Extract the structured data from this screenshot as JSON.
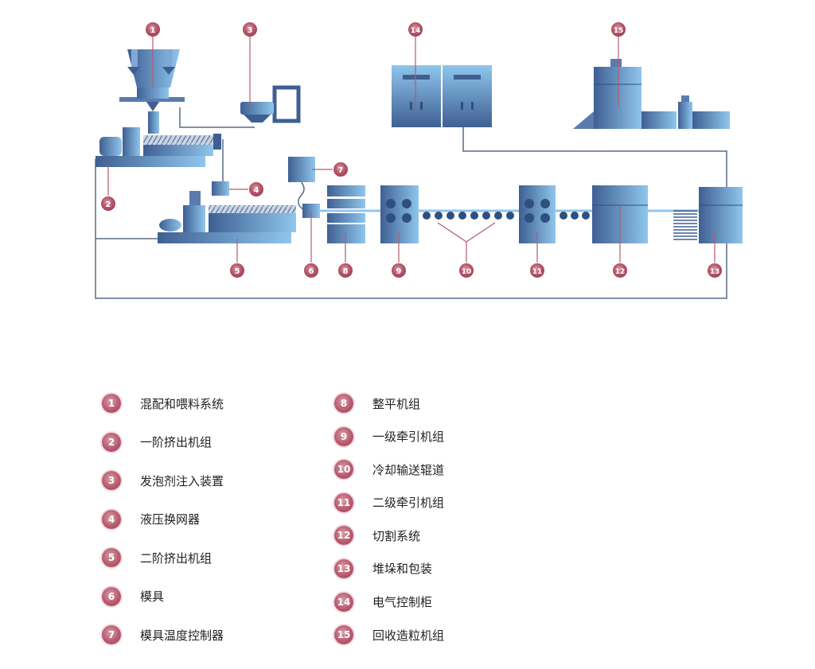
{
  "diagram": {
    "markers": [
      "1",
      "2",
      "3",
      "4",
      "5",
      "6",
      "7",
      "8",
      "9",
      "10",
      "11",
      "12",
      "13",
      "14",
      "15"
    ]
  },
  "legend": {
    "items": [
      {
        "num": "1",
        "label": "混配和喂料系统"
      },
      {
        "num": "2",
        "label": "一阶挤出机组"
      },
      {
        "num": "3",
        "label": "发泡剂注入装置"
      },
      {
        "num": "4",
        "label": "液压换网器"
      },
      {
        "num": "5",
        "label": "二阶挤出机组"
      },
      {
        "num": "6",
        "label": "模具"
      },
      {
        "num": "7",
        "label": "模具温度控制器"
      },
      {
        "num": "8",
        "label": "整平机组"
      },
      {
        "num": "9",
        "label": "一级牵引机组"
      },
      {
        "num": "10",
        "label": "冷却输送辊道"
      },
      {
        "num": "11",
        "label": "二级牵引机组"
      },
      {
        "num": "12",
        "label": "切割系统"
      },
      {
        "num": "13",
        "label": "堆垛和包装"
      },
      {
        "num": "14",
        "label": "电气控制柜"
      },
      {
        "num": "15",
        "label": "回收造粒机组"
      }
    ]
  },
  "colors": {
    "machine_dark": "#3f5f93",
    "machine_light": "#8fc6ec",
    "line": "#5a6a8a",
    "marker": "#b85a6e"
  }
}
